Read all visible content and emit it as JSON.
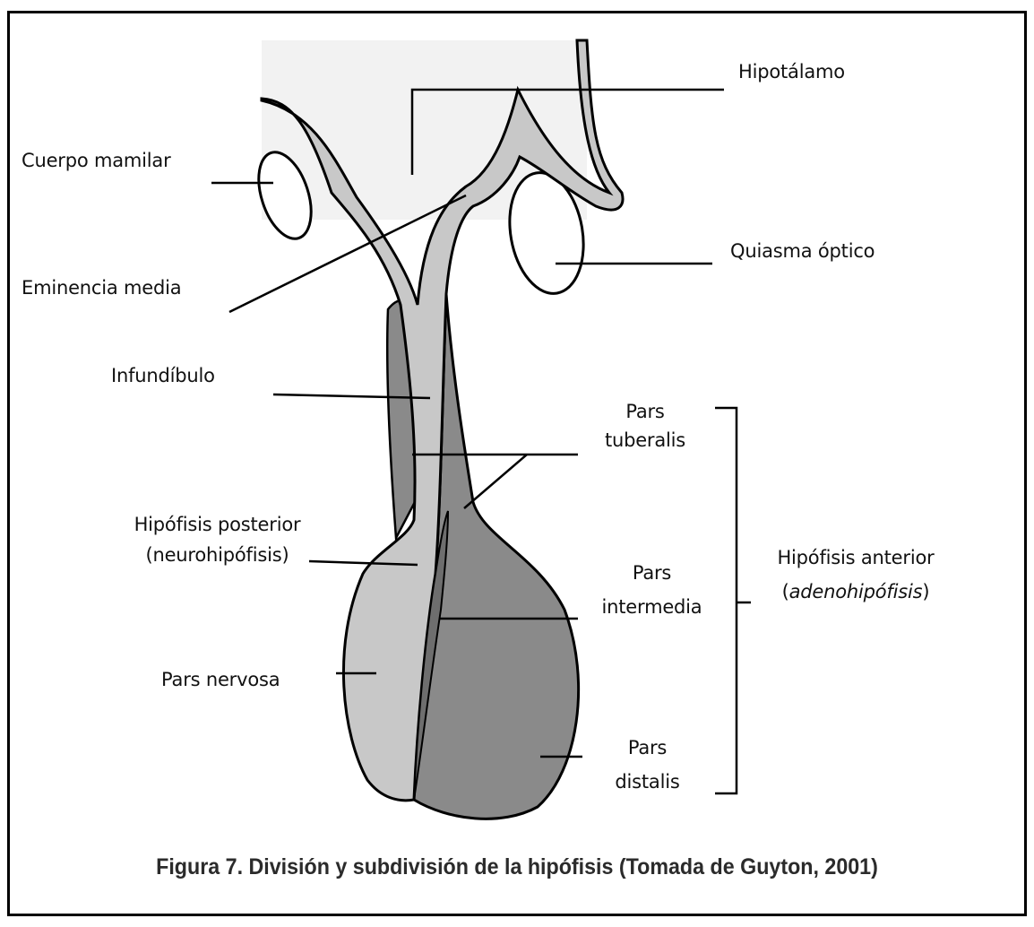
{
  "labels": {
    "hipotalamo": "Hipotálamo",
    "cuerpo_mamilar": "Cuerpo mamilar",
    "quiasma_optico": "Quiasma óptico",
    "eminencia_media": "Eminencia media",
    "infundibulo": "Infundíbulo",
    "pars_tuberalis_1": "Pars",
    "pars_tuberalis_2": "tuberalis",
    "hipofisis_posterior_1": "Hipófisis posterior",
    "hipofisis_posterior_2": "(neurohipófisis)",
    "pars_intermedia_1": "Pars",
    "pars_intermedia_2": "intermedia",
    "hipofisis_anterior_1": "Hipófisis anterior",
    "hipofisis_anterior_open": "(",
    "hipofisis_anterior_2": "adenohipófisis",
    "hipofisis_anterior_close": ")",
    "pars_nervosa": "Pars nervosa",
    "pars_distalis_1": "Pars",
    "pars_distalis_2": "distalis"
  },
  "caption": "Figura 7. División y subdivisión de la hipófisis (Tomada de Guyton, 2001)",
  "colors": {
    "background": "#ffffff",
    "hypothalamus_fill": "#f2f2f2",
    "neuro_fill": "#c8c8c8",
    "adeno_fill": "#8a8a8a",
    "intermedia_fill": "#6e6e6e",
    "outline": "#000000"
  }
}
